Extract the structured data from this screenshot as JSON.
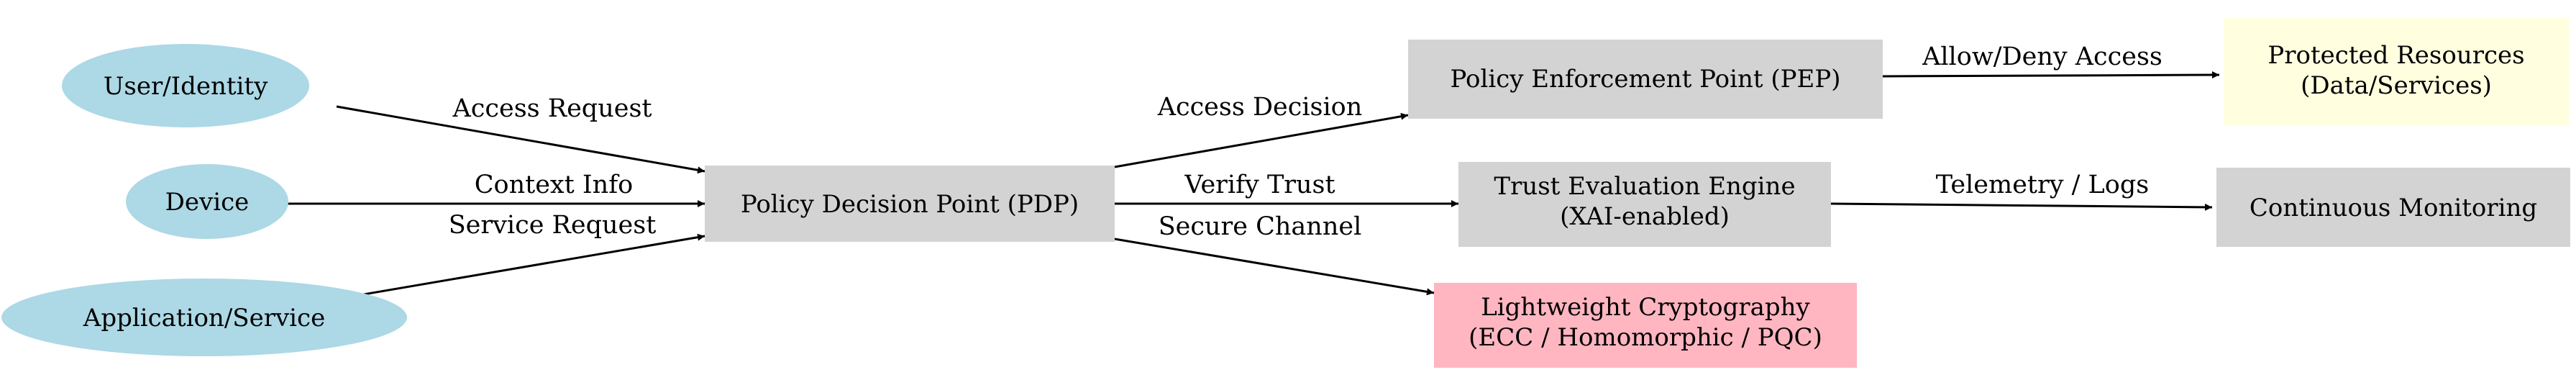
{
  "colors": {
    "ellipse_fill": "#add8e6",
    "box_fill": "#d3d3d3",
    "crypto_fill": "#ffb6c1",
    "resources_fill": "#ffffe0",
    "edge": "#000000",
    "background": "#ffffff"
  },
  "nodes": {
    "user": {
      "lines": [
        "User/Identity"
      ]
    },
    "device": {
      "lines": [
        "Device"
      ]
    },
    "app": {
      "lines": [
        "Application/Service"
      ]
    },
    "pdp": {
      "lines": [
        "Policy Decision Point (PDP)"
      ]
    },
    "pep": {
      "lines": [
        "Policy Enforcement Point (PEP)"
      ]
    },
    "trust": {
      "lines": [
        "Trust Evaluation Engine",
        "(XAI-enabled)"
      ]
    },
    "crypto": {
      "lines": [
        "Lightweight Cryptography",
        "(ECC / Homomorphic / PQC)"
      ]
    },
    "resources": {
      "lines": [
        "Protected Resources",
        "(Data/Services)"
      ]
    },
    "monitoring": {
      "lines": [
        "Continuous Monitoring"
      ]
    }
  },
  "edges": {
    "user_pdp": "Access Request",
    "device_pdp": "Context Info",
    "app_pdp": "Service Request",
    "pdp_pep": "Access Decision",
    "pdp_trust": "Verify Trust",
    "pdp_crypto": "Secure Channel",
    "pep_resources": "Allow/Deny Access",
    "trust_monitoring": "Telemetry / Logs"
  }
}
